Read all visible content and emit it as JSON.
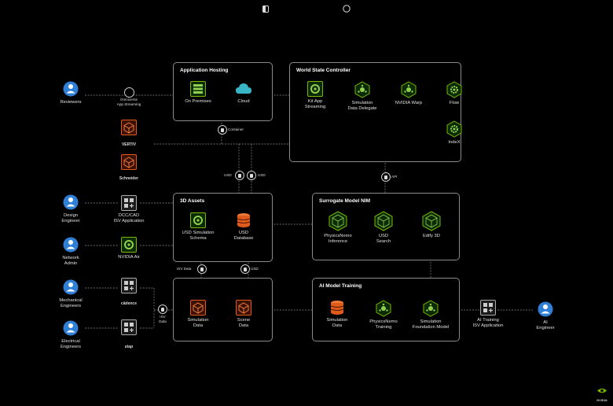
{
  "boxes": {
    "app_hosting": "Application Hosting",
    "world_state": "World State Controller",
    "assets_3d": "3D Assets",
    "surrogate": "Surrogate Model NIM",
    "ai_training": "AI Model Training"
  },
  "people": {
    "reviewers": "Reviewers",
    "design_engineer": "Design\nEngineer",
    "network_admin": "Network\nAdmin",
    "mechanical_engineers": "Mechanical\nEngineers",
    "electrical_engineers": "Electrical\nEngineers",
    "ai_engineer": "AI\nEngineer"
  },
  "nodes": {
    "on_premises": "On Premises",
    "cloud": "Cloud",
    "kit_app": "Kit App\nStreaming",
    "sim_delegate": "Simulation\nData Delegate",
    "warp": "NVIDIA Warp",
    "flow": "Flow",
    "indexr": "IndeX",
    "dcc_cad": "DCC/CAD\nISV Application",
    "nvidia_air": "NVIDIA Air",
    "usd_schema": "USD Simulation\nSchema",
    "usd_database": "USD\nDatabase",
    "physicsnemo_inference": "PhysicsNemo\nInference",
    "usd_search": "USD\nSearch",
    "edify": "Edify 3D",
    "sim_data_left": "Simulation\nData",
    "scene_data": "Scene\nData",
    "sim_data_right": "Simulation\nData",
    "physicsnemo_training": "PhysicsNemo\nTraining",
    "sim_foundation": "Simulation\nFoundation Model",
    "ai_training_app": "AI Training\nISV Application"
  },
  "tags": {
    "streaming": "Omniverse\nApp Streaming",
    "container": "Container",
    "usd1": "USD",
    "usd2": "USD",
    "api": "API",
    "isv_data_vertical": "ISV Data",
    "usd3": "USD",
    "isv_data_left": "ISV\nData"
  },
  "logos": {
    "vertiv": "VERTIV",
    "schneider": "Schneider",
    "cadence": "cādence",
    "etap": "etap",
    "nvidia": "NVIDIA"
  },
  "colors": {
    "person_blue": "#2f7fd6",
    "green": "#76b900",
    "orange": "#e05a1a",
    "grey_box": "#8a8a8a",
    "teal": "#39b6c6"
  },
  "icons": {
    "person": "person-icon",
    "server": "server-stack-icon",
    "cloud": "cloud-icon",
    "kit": "kit-app-icon",
    "gear": "gear-icon",
    "cube": "isometric-cube-icon",
    "isv": "isv-app-grid-icon",
    "db": "database-icon",
    "hex": "hexagon-node-icon"
  }
}
